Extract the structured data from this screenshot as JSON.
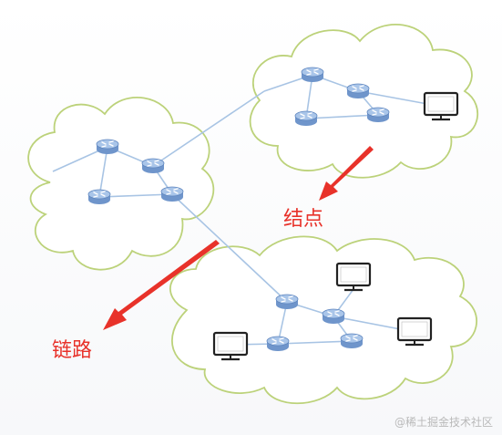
{
  "labels": {
    "node": "结点",
    "link": "链路"
  },
  "watermark": "@稀土掘金技术社区",
  "colors": {
    "cloud_stroke": "#bcd27a",
    "cloud_fill": "#ffffff",
    "link_line": "#a8c4e4",
    "router_fill": "#8fb2de",
    "router_stroke": "#5f86bf",
    "computer_stroke": "#222222",
    "arrow": "#e8322a",
    "label": "#e8322a"
  },
  "icons": {
    "router": "router-icon",
    "computer": "computer-icon",
    "cloud": "cloud-shape",
    "arrow": "red-arrow-icon"
  }
}
